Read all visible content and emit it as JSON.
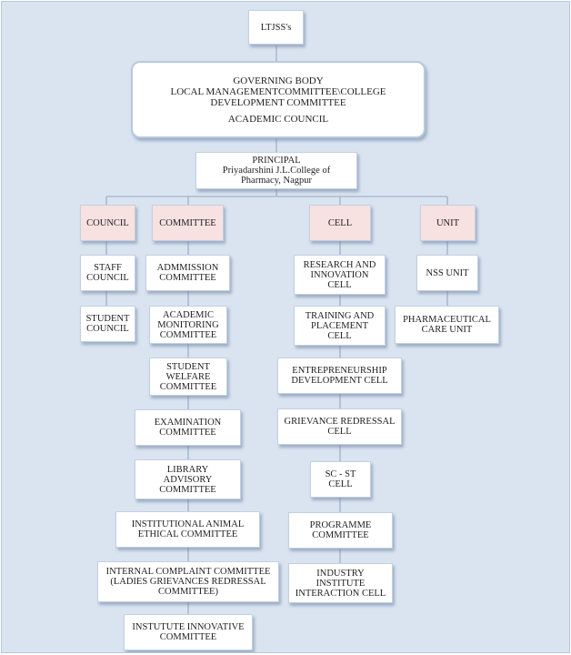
{
  "top": {
    "label": "LTJSS's"
  },
  "governing": {
    "line1": "GOVERNING BODY",
    "line2": "LOCAL MANAGEMENTCOMMITTEE\\COLLEGE",
    "line3": "DEVELOPMENT COMMITTEE",
    "line4": "ACADEMIC COUNCIL"
  },
  "principal": {
    "title": "PRINCIPAL",
    "line1": "Priyadarshini J.L.College of",
    "line2": "Pharmacy, Nagpur"
  },
  "categories": {
    "council": "COUNCIL",
    "committee": "COMMITTEE",
    "cell": "CELL",
    "unit": "UNIT"
  },
  "council_items": [
    [
      "STAFF",
      "COUNCIL"
    ],
    [
      "STUDENT",
      "COUNCIL"
    ]
  ],
  "committee_items": [
    [
      "ADMMISSION",
      "COMMITTEE"
    ],
    [
      "ACADEMIC",
      "MONITORING",
      "COMMITTEE"
    ],
    [
      "STUDENT",
      "WELFARE",
      "COMMITTEE"
    ],
    [
      "EXAMINATION",
      "COMMITTEE"
    ],
    [
      "LIBRARY",
      "ADVISORY",
      "COMMITTEE"
    ],
    [
      "INSTITUTIONAL ANIMAL",
      "ETHICAL COMMITTEE"
    ],
    [
      "INTERNAL COMPLAINT COMMITTEE",
      "(LADIES GRIEVANCES REDRESSAL",
      "COMMITTEE)"
    ],
    [
      "INSTUTUTE INNOVATIVE",
      "COMMITTEE"
    ]
  ],
  "cell_items": [
    [
      "RESEARCH AND",
      "INNOVATION",
      "CELL"
    ],
    [
      "TRAINING AND",
      "PLACEMENT",
      "CELL"
    ],
    [
      "ENTREPRENEURSHIP",
      "DEVELOPMENT CELL"
    ],
    [
      "GRIEVANCE REDRESSAL",
      "CELL"
    ],
    [
      "SC - ST",
      "CELL"
    ],
    [
      "PROGRAMME",
      "COMMITTEE"
    ],
    [
      "INDUSTRY",
      "INSTITUTE",
      "INTERACTION CELL"
    ]
  ],
  "unit_items": [
    [
      "NSS UNIT"
    ],
    [
      "PHARMACEUTICAL",
      "CARE UNIT"
    ]
  ]
}
